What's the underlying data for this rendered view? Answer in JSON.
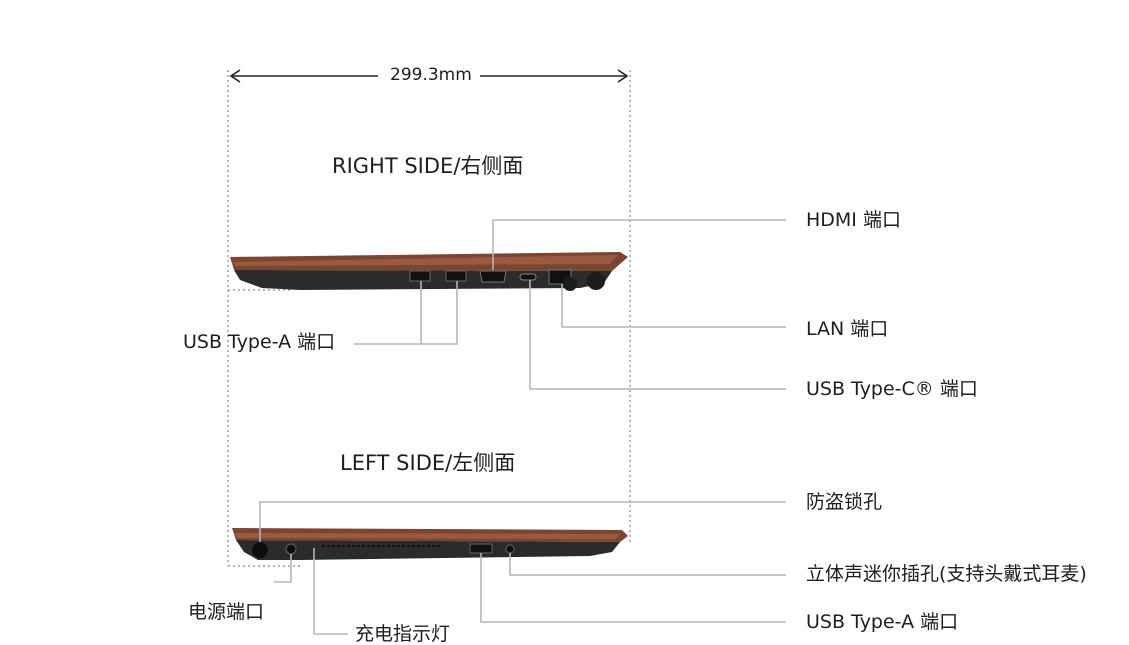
{
  "dimension": "299.3mm",
  "right_side": {
    "title": "RIGHT SIDE/右侧面",
    "labels": {
      "hdmi": "HDMI 端口",
      "lan": "LAN 端口",
      "usb_c": "USB Type-C® 端口",
      "usb_a": "USB Type-A 端口"
    }
  },
  "left_side": {
    "title": "LEFT SIDE/左侧面",
    "labels": {
      "lock": "防盗锁孔",
      "audio": "立体声迷你插孔(支持头戴式耳麦)",
      "usb_a": "USB Type-A 端口",
      "power": "电源端口",
      "charge_led": "充电指示灯"
    }
  },
  "colors": {
    "lid": "#7a4632",
    "base": "#2a2a2a",
    "leader": "#b5b5b5",
    "guide": "#9a9a9a"
  }
}
